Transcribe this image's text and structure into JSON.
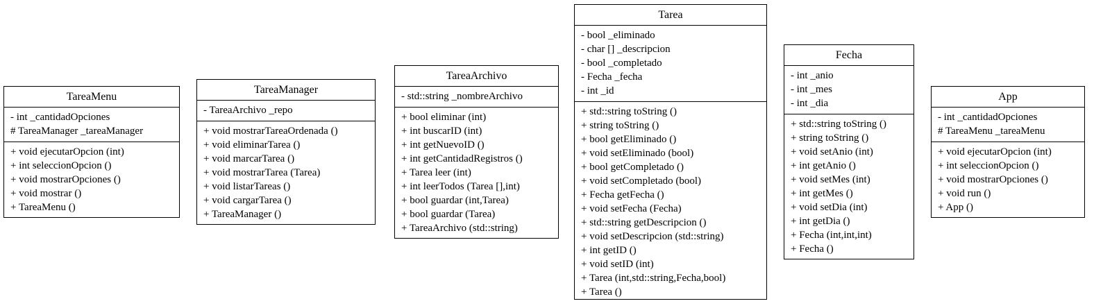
{
  "classes": [
    {
      "id": "tareamenu",
      "name": "TareaMenu",
      "attributes": [
        "- int _cantidadOpciones",
        "# TareaManager _tareaManager"
      ],
      "methods": [
        "+ void ejecutarOpcion (int)",
        "+ int seleccionOpcion ()",
        "+ void mostrarOpciones ()",
        "+ void mostrar ()",
        "+ TareaMenu ()"
      ]
    },
    {
      "id": "tareamanager",
      "name": "TareaManager",
      "attributes": [
        "- TareaArchivo _repo"
      ],
      "methods": [
        "+ void mostrarTareaOrdenada ()",
        "+ void eliminarTarea ()",
        "+ void marcarTarea ()",
        "+ void mostrarTarea (Tarea)",
        "+ void listarTareas ()",
        "+ void cargarTarea ()",
        "+ TareaManager ()"
      ]
    },
    {
      "id": "tareaarchivo",
      "name": "TareaArchivo",
      "attributes": [
        "- std::string _nombreArchivo"
      ],
      "methods": [
        "+ bool eliminar (int)",
        "+ int buscarID (int)",
        "+ int getNuevoID ()",
        "+ int getCantidadRegistros ()",
        "+ Tarea leer (int)",
        "+ int leerTodos (Tarea [],int)",
        "+ bool guardar (int,Tarea)",
        "+ bool guardar (Tarea)",
        "+ TareaArchivo (std::string)"
      ]
    },
    {
      "id": "tarea",
      "name": "Tarea",
      "attributes": [
        "- bool _eliminado",
        "- char [] _descripcion",
        "- bool _completado",
        "- Fecha _fecha",
        "- int _id"
      ],
      "methods": [
        "+ std::string toString ()",
        "+ string toString ()",
        "+ bool getEliminado ()",
        "+ void setEliminado (bool)",
        "+ bool getCompletado ()",
        "+ void setCompletado (bool)",
        "+ Fecha getFecha ()",
        "+ void setFecha (Fecha)",
        "+ std::string getDescripcion ()",
        "+ void setDescripcion (std::string)",
        "+ int getID ()",
        "+ void setID (int)",
        "+ Tarea (int,std::string,Fecha,bool)",
        "+ Tarea ()"
      ]
    },
    {
      "id": "fecha",
      "name": "Fecha",
      "attributes": [
        "- int _anio",
        "- int _mes",
        "- int _dia"
      ],
      "methods": [
        "+ std::string toString ()",
        "+ string toString ()",
        "+ void setAnio (int)",
        "+ int getAnio ()",
        "+ void setMes (int)",
        "+ int getMes ()",
        "+ void setDia (int)",
        "+ int getDia ()",
        "+ Fecha (int,int,int)",
        "+ Fecha ()"
      ]
    },
    {
      "id": "app",
      "name": "App",
      "attributes": [
        "- int _cantidadOpciones",
        "# TareaMenu _tareaMenu"
      ],
      "methods": [
        "+ void ejecutarOpcion (int)",
        "+ int seleccionOpcion ()",
        "+ void mostrarOpciones ()",
        "+ void run ()",
        "+ App ()"
      ]
    }
  ]
}
